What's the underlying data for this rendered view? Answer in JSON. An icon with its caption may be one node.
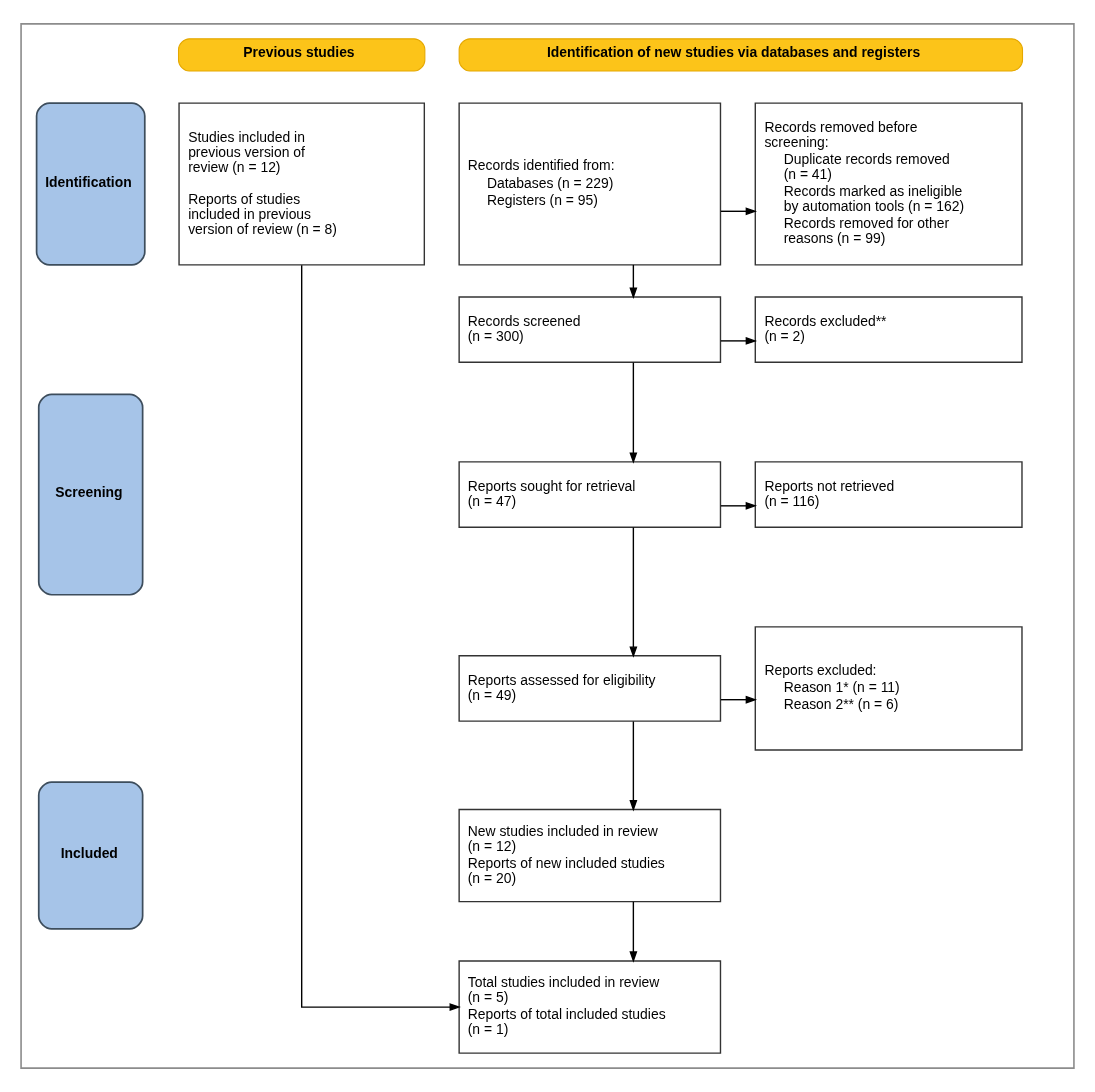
{
  "diagram": {
    "nodes": [
      {
        "text": [],
        "shape": "box"
      },
      {
        "text": [
          "Previous studies"
        ],
        "in": 0
      },
      {
        "text": [
          "Identification of new studies via databases and registers"
        ],
        "in": 0
      },
      {
        "text": [
          "Identification"
        ],
        "in": 0
      },
      {
        "text": [
          "Studies included in previous version of review (n = 12)",
          "Reports of studies included in previous version of review (n = 8)"
        ],
        "in": 0
      },
      {
        "text": [
          "Records identified from:",
          "Databases (n = 229)",
          "Registers (n = 95)"
        ],
        "in": 0
      },
      {
        "text": [
          "Records removed before screening:",
          "Duplicate records removed (n = 41)",
          "Records marked as ineligible by automation tools (n = 162)",
          "Records removed for other reasons (n = 99)"
        ],
        "in": 0
      },
      {
        "text": [
          "Screening"
        ],
        "in": 0
      },
      {
        "text": [
          "Records screened (n = 300)"
        ],
        "in": 0
      },
      {
        "text": [
          "Records excluded** (n = 2)"
        ],
        "in": 0
      },
      {
        "text": [
          "Reports sought for retrieval (n = 47)"
        ],
        "in": 0
      },
      {
        "text": [
          "Reports not retrieved (n = 116)"
        ],
        "in": 0
      },
      {
        "text": [
          "Reports assessed for eligibility (n = 49)"
        ],
        "in": 0
      },
      {
        "text": [
          "Reports excluded:",
          "Reason 1* (n = 11)",
          "Reason 2** (n = 6)"
        ],
        "in": 0
      },
      {
        "text": [
          "Included"
        ],
        "in": 0
      },
      {
        "text": [
          "New studies included in review (n = 12)",
          "Reports of new included studies (n = 20)"
        ],
        "in": 0
      },
      {
        "text": [
          "Total studies included in review (n = 5)",
          "Reports of total included studies (n = 1)"
        ],
        "in": 0
      }
    ],
    "edges": [
      {
        "from": 5,
        "to": 6,
        "arrow": "to"
      },
      {
        "from": 5,
        "to": 8,
        "arrow": "to"
      },
      {
        "from": 8,
        "to": 9,
        "arrow": "to"
      },
      {
        "from": 8,
        "to": 10,
        "arrow": "to"
      },
      {
        "from": 10,
        "to": 11,
        "arrow": "to"
      },
      {
        "from": 10,
        "to": 12,
        "arrow": "to"
      },
      {
        "from": 12,
        "to": 13,
        "arrow": "to"
      },
      {
        "from": 12,
        "to": 15,
        "arrow": "to"
      },
      {
        "from": 15,
        "to": 16,
        "arrow": "to"
      },
      {
        "from": 4,
        "to": 16,
        "arrow": "to"
      }
    ]
  }
}
